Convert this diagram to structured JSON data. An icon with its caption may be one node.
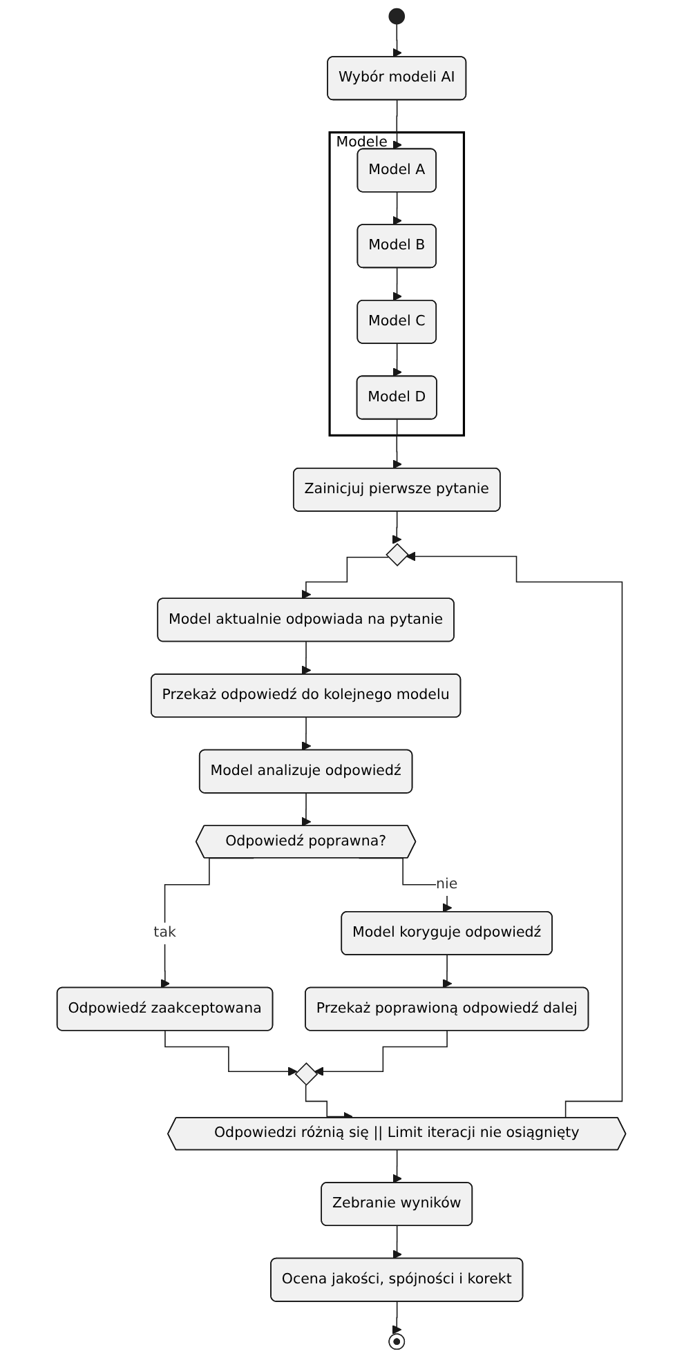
{
  "diagram": {
    "nodes": [
      {
        "text": [],
        "shape": "circle"
      },
      {
        "text": [
          "Wybór modeli AI"
        ]
      },
      {
        "text": [
          "Modele"
        ]
      },
      {
        "text": [
          "Model A"
        ],
        "in": 2
      },
      {
        "text": [
          "Model B"
        ],
        "in": 2
      },
      {
        "text": [
          "Model C"
        ],
        "in": 2
      },
      {
        "text": [
          "Model D"
        ],
        "in": 2
      },
      {
        "text": [
          "Zainicjuj pierwsze pytanie"
        ]
      },
      {
        "text": [],
        "shape": "diamond"
      },
      {
        "text": [
          "Model aktualnie odpowiada na pytanie"
        ]
      },
      {
        "text": [
          "Przekaż odpowiedź do kolejnego modelu"
        ]
      },
      {
        "text": [
          "Model analizuje odpowiedź"
        ]
      },
      {
        "text": [
          "Odpowiedź poprawna?"
        ]
      },
      {
        "text": [
          "Odpowiedź zaakceptowana"
        ]
      },
      {
        "text": [
          "Model koryguje odpowiedź"
        ]
      },
      {
        "text": [
          "Przekaż poprawioną odpowiedź dalej"
        ]
      },
      {
        "text": [],
        "shape": "diamond"
      },
      {
        "text": [
          "Odpowiedzi różnią się || Limit iteracji nie osiągnięty"
        ]
      },
      {
        "text": [
          "Zebranie wyników"
        ]
      },
      {
        "text": [
          "Ocena jakości, spójności i korekt"
        ]
      },
      {
        "text": [],
        "shape": "circle"
      }
    ],
    "edges": [
      {
        "from": 0,
        "to": 1,
        "arrow": "to"
      },
      {
        "from": 1,
        "to": 3,
        "arrow": "to"
      },
      {
        "from": 3,
        "to": 4,
        "arrow": "to"
      },
      {
        "from": 4,
        "to": 5,
        "arrow": "to"
      },
      {
        "from": 5,
        "to": 6,
        "arrow": "to"
      },
      {
        "from": 6,
        "to": 7,
        "arrow": "to"
      },
      {
        "from": 7,
        "to": 8,
        "arrow": "to"
      },
      {
        "from": 8,
        "to": 9,
        "arrow": "to"
      },
      {
        "from": 9,
        "to": 10,
        "arrow": "to"
      },
      {
        "from": 10,
        "to": 11,
        "arrow": "to"
      },
      {
        "from": 11,
        "to": 12,
        "arrow": "to"
      },
      {
        "from": 12,
        "to": 13,
        "label": "tak",
        "arrow": "to"
      },
      {
        "from": 12,
        "to": 14,
        "label": "nie",
        "arrow": "to"
      },
      {
        "from": 14,
        "to": 15,
        "arrow": "to"
      },
      {
        "from": 13,
        "to": 16,
        "arrow": "to"
      },
      {
        "from": 15,
        "to": 16,
        "arrow": "to"
      },
      {
        "from": 16,
        "to": 17,
        "arrow": "to"
      },
      {
        "from": 17,
        "to": 8,
        "arrow": "to"
      },
      {
        "from": 17,
        "to": 18,
        "arrow": "to"
      },
      {
        "from": 18,
        "to": 19,
        "arrow": "to"
      },
      {
        "from": 19,
        "to": 20,
        "arrow": "to"
      }
    ]
  }
}
